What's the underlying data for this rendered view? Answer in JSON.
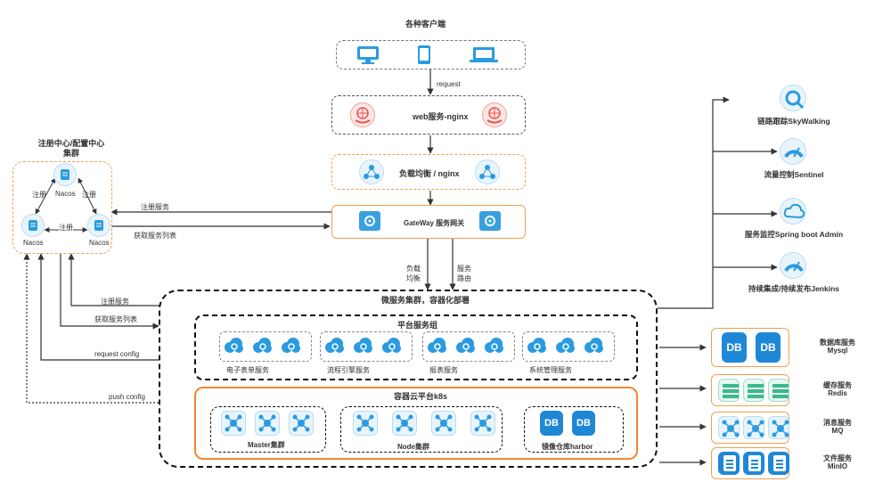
{
  "clients": {
    "title": "各种客户端",
    "request_label": "request"
  },
  "web": {
    "label": "web服务-nginx"
  },
  "lb": {
    "label": "负载均衡 / nginx"
  },
  "gateway": {
    "label": "GateWay 服务网关"
  },
  "gateway_down": {
    "lb_label": "负载\n均衡",
    "route_label": "服务\n路由"
  },
  "nacos": {
    "title": "注册中心/配置中心\n集群",
    "node_label": "Nacos",
    "register_label": "注册"
  },
  "links": {
    "register_service": "注册服务",
    "get_service_list": "获取服务列表",
    "register_service2": "注册服务",
    "get_service_list2": "获取服务列表",
    "request_config": "request config",
    "push_config": "push config"
  },
  "cluster": {
    "title": "微服务集群，容器化部署",
    "platform": {
      "title": "平台服务组",
      "groups": [
        "电子表单服务",
        "流程引擎服务",
        "报表服务",
        "系统管理服务"
      ]
    },
    "k8s": {
      "title": "容器云平台k8s",
      "master": "Master集群",
      "node": "Node集群",
      "harbor": "镜像仓库harbor",
      "db_text": "DB"
    }
  },
  "right_top": [
    {
      "label": "链路跟踪SkyWalking",
      "icon": "search-icon"
    },
    {
      "label": "流量控制Sentinel",
      "icon": "speedometer-icon"
    },
    {
      "label": "服务监控Spring boot Admin",
      "icon": "cloud-sync-icon"
    },
    {
      "label": "持续集成/持续发布Jenkins",
      "icon": "speedometer-icon"
    }
  ],
  "right_bottom": [
    {
      "line1": "数据库服务",
      "line2": "Mysql"
    },
    {
      "line1": "缓存服务",
      "line2": "Redis"
    },
    {
      "line1": "消息服务",
      "line2": "MQ"
    },
    {
      "line1": "文件服务",
      "line2": "MinIO"
    }
  ],
  "colors": {
    "blue": "#2a9be0",
    "orange": "#f0a050",
    "red": "#e8534a",
    "teal": "#3bb88f"
  }
}
